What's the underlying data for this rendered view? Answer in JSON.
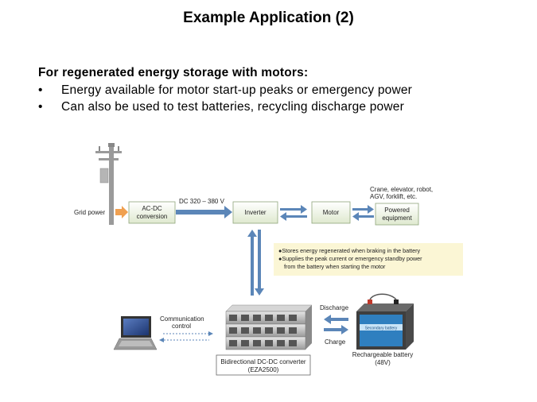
{
  "slide": {
    "title": "Example Application (2)",
    "heading": "For regenerated  energy storage with motors:",
    "bullets": [
      "Energy available for motor start-up peaks or emergency power",
      "Can also be used to test batteries, recycling discharge power"
    ],
    "bullet_marker": "•"
  },
  "diagram": {
    "grid_power": "Grid power",
    "acdc_line1": "AC-DC",
    "acdc_line2": "conversion",
    "dc_bus": "DC 320 – 380 V",
    "inverter": "Inverter",
    "motor": "Motor",
    "powered_line1": "Powered",
    "powered_line2": "equipment",
    "equip_line1": "Crane, elevator, robot,",
    "equip_line2": "AGV, forklift, etc.",
    "note_bullet": "●",
    "note_line1": "Stores energy regenerated when braking in the battery",
    "note_line2": "Supplies the peak current or emergency standby power",
    "note_line3": "from the battery when starting the motor",
    "comm_line1": "Communication",
    "comm_line2": "control",
    "discharge": "Discharge",
    "charge": "Charge",
    "battery_line1": "Rechargeable battery",
    "battery_line2": "(48V)",
    "battery_label": "Secondary battery",
    "converter_line1": "Bidirectional DC-DC converter",
    "converter_line2": "(EZA2500)"
  },
  "colors": {
    "arrow_blue": "#5b86b8",
    "arrow_orange": "#f0a050",
    "box_green": "#e9f1dd",
    "note_yellow": "#fbf6d5"
  }
}
